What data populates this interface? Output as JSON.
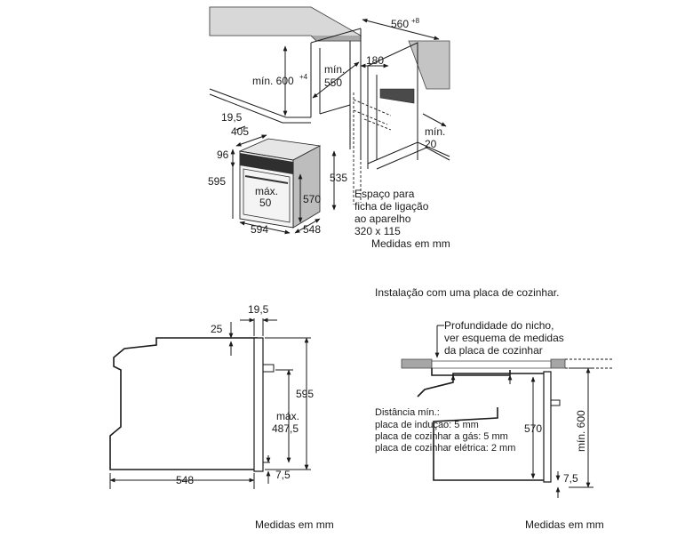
{
  "top_diagram": {
    "niche_width": "560",
    "niche_width_tol": "+8",
    "height_min": "mín. 600",
    "height_min_tol": "+4",
    "depth_min_l1": "mín.",
    "depth_min_l2": "550",
    "vent_depth": "180",
    "gap_min_l1": "mín.",
    "gap_min_l2": "20",
    "oven_dim_19_5": "19,5",
    "oven_dim_405": "405",
    "oven_dim_96": "96",
    "oven_dim_595": "595",
    "oven_dim_535": "535",
    "oven_dim_570": "570",
    "oven_dim_max_l1": "máx.",
    "oven_dim_max_l2": "50",
    "oven_dim_594": "594",
    "oven_dim_548": "548",
    "socket_l1": "Espaço para",
    "socket_l2": "ficha de ligação",
    "socket_l3": "ao aparelho",
    "socket_l4": "320 x 115",
    "units": "Medidas em mm"
  },
  "side_view": {
    "dim_19_5": "19,5",
    "dim_25": "25",
    "dim_595": "595",
    "dim_max_l1": "máx.",
    "dim_max_l2": "487,5",
    "dim_548": "548",
    "dim_7_5": "7,5",
    "units": "Medidas em mm"
  },
  "hob_view": {
    "title": "Instalação com uma placa de cozinhar.",
    "depth_note_l1": "Profundidade do nicho,",
    "depth_note_l2": "ver esquema de medidas",
    "depth_note_l3": "da placa de cozinhar",
    "dist_title": "Distância mín.:",
    "dist_induction": "placa de indução: 5 mm",
    "dist_gas": "placa de cozinhar a gás: 5 mm",
    "dist_electric": "placa de cozinhar elétrica: 2 mm",
    "dim_570": "570",
    "dim_min600": "mín. 600",
    "dim_7_5": "7,5",
    "units": "Medidas em mm"
  }
}
